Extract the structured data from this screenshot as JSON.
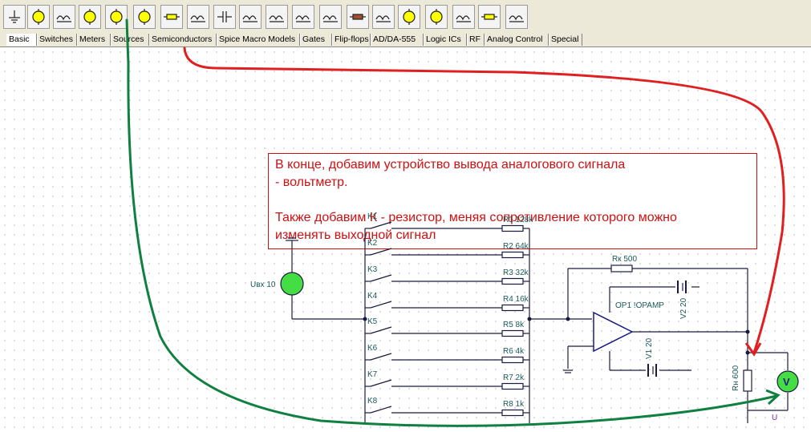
{
  "toolbar": {
    "icons": [
      "ground-icon",
      "lamp-icon",
      "battery-icon",
      "gauge-icon",
      "voltmeter-icon",
      "ammeter-icon",
      "resistor-icon",
      "variable-resistor-icon",
      "capacitor-icon",
      "inductor-icon",
      "core-inductor-icon",
      "transformer-icon",
      "core-transformer-icon",
      "relay-coil-icon",
      "switch-icon",
      "bulb-icon",
      "motor-icon",
      "potentiometer-icon",
      "fuse-icon",
      "zener-icon"
    ]
  },
  "tabs": [
    "Basic",
    "Switches",
    "Meters",
    "Sources",
    "Semiconductors",
    "Spice Macro Models",
    "Gates",
    "Flip-flops",
    "AD/DA-555",
    "Logic ICs",
    "RF",
    "Analog Control",
    "Special"
  ],
  "note": {
    "line1": "В конце, добавим устройство вывода аналогового сигнала",
    "line2": "- вольтметр.",
    "line3": "Также добавим К - резистор, меняя сопротивление которого можно",
    "line4": "изменять выходной сигнал"
  },
  "schematic": {
    "source_label": "Uвх 10",
    "switches": [
      "K1",
      "K2",
      "K3",
      "K4",
      "K5",
      "K6",
      "K7",
      "K8"
    ],
    "resistors": [
      "R1 128k",
      "R2 64k",
      "R3 32k",
      "R4 16k",
      "R5 8k",
      "R6 4k",
      "R7 2k",
      "R8 1k"
    ],
    "feedback": "Rк 500",
    "opamp": "OP1 !OPAMP",
    "v2": "V2 20",
    "v1": "V1 20",
    "load": "Rн 600",
    "meter": "V",
    "meter_label": "U"
  }
}
